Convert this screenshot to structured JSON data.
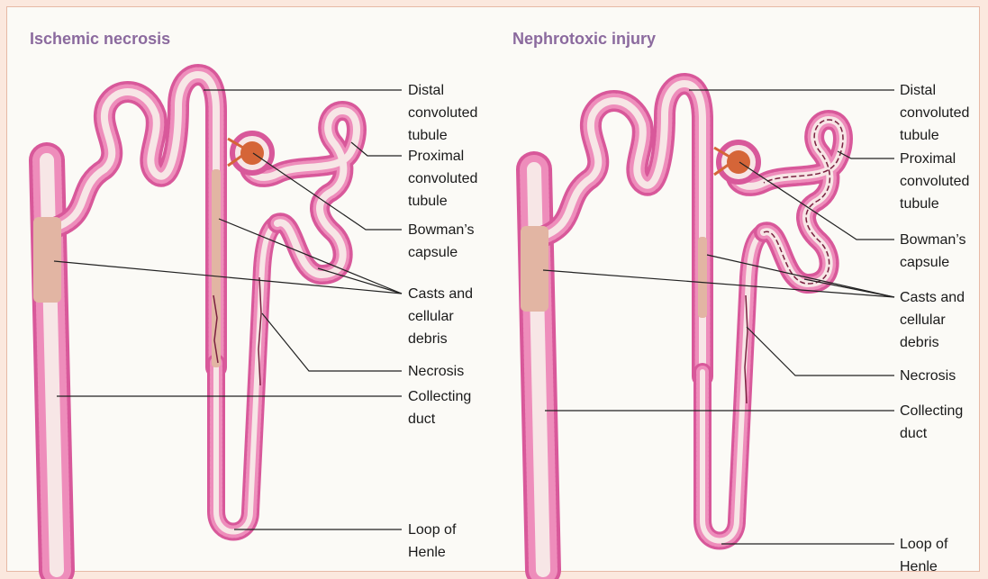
{
  "colors": {
    "page_background": "#fbe8de",
    "figure_background": "#fbfaf6",
    "title": "#8b6a9e",
    "tubule_wall": "#d8589a",
    "tubule_cells": "#ee8dbb",
    "lumen": "#f7e6e6",
    "cast": "#e2b5a3",
    "debris": "#7a2040",
    "glomerulus": "#d56538",
    "leader_line": "#222222"
  },
  "panels": [
    {
      "title": "Ischemic necrosis",
      "labels": {
        "distal": "Distal\nconvoluted\ntubule",
        "proximal": "Proximal\nconvoluted\ntubule",
        "bowman": "Bowman’s\ncapsule",
        "casts": "Casts and\ncellular\ndebris",
        "necrosis": "Necrosis",
        "collecting": "Collecting\nduct",
        "loop": "Loop of\nHenle"
      }
    },
    {
      "title": "Nephrotoxic injury",
      "labels": {
        "distal": "Distal\nconvoluted\ntubule",
        "proximal": "Proximal\nconvoluted\ntubule",
        "bowman": "Bowman’s\ncapsule",
        "casts": "Casts and\ncellular\ndebris",
        "necrosis": "Necrosis",
        "collecting": "Collecting\nduct",
        "loop": "Loop of\nHenle"
      }
    }
  ]
}
